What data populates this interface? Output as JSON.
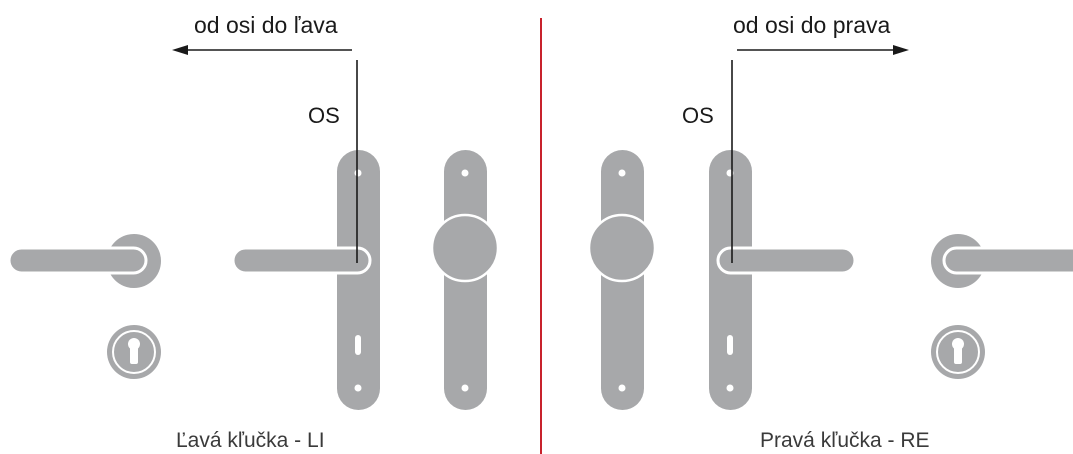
{
  "colors": {
    "hardware": "#a7a8aa",
    "line": "#1a1a1a",
    "divider": "#c8222c",
    "background": "#ffffff"
  },
  "left": {
    "arrow_label": "od osi do ľava",
    "axis_label": "OS",
    "caption": "Ľavá kľučka - LI"
  },
  "right": {
    "arrow_label": "od osi do prava",
    "axis_label": "OS",
    "caption": "Pravá kľučka - RE"
  },
  "icons": {
    "lever": "lever-handle-icon",
    "rosette": "rosette-icon",
    "escutcheon": "key-escutcheon-icon",
    "knob": "knob-icon",
    "plate": "long-backplate-icon"
  }
}
